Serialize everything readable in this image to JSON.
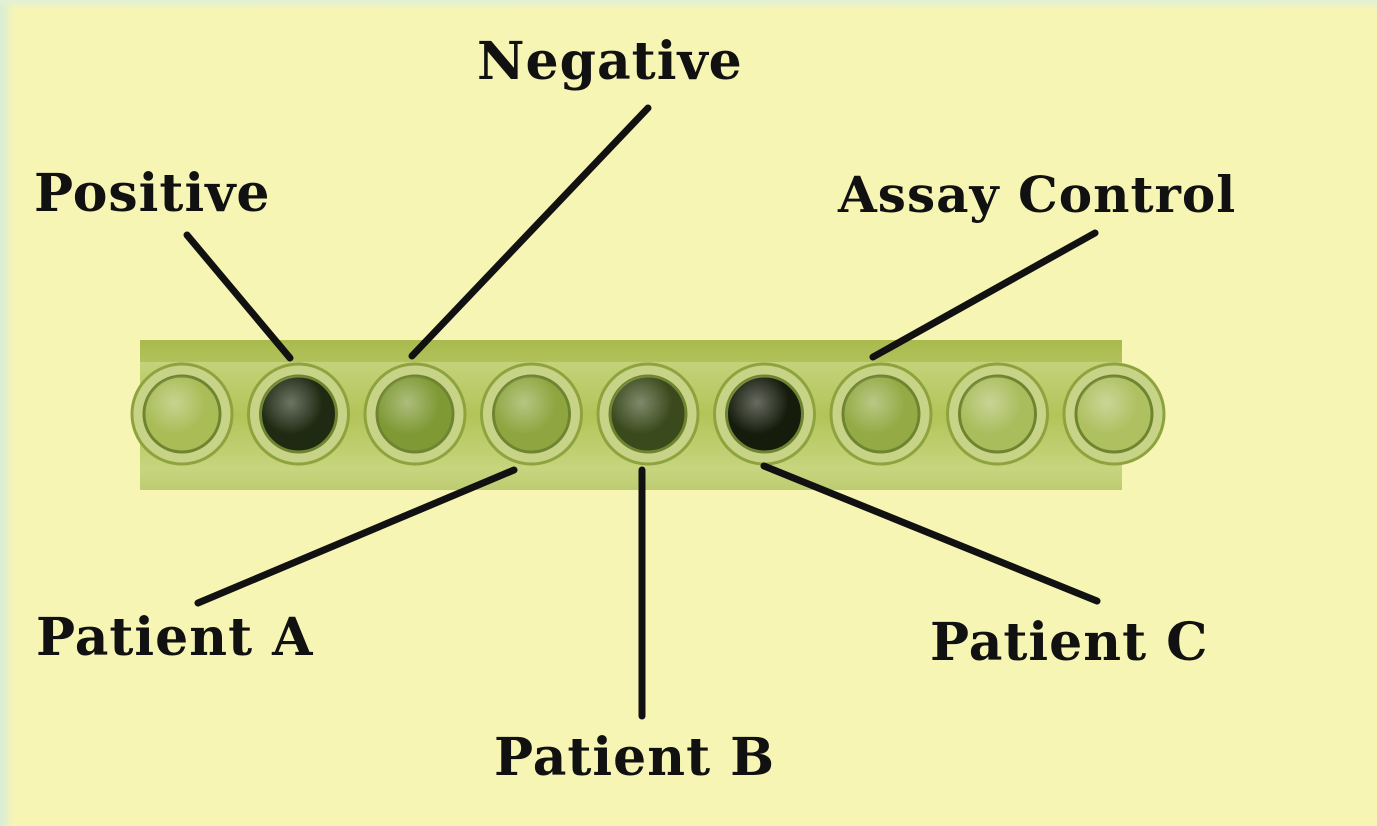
{
  "labels": {
    "positive": "Positive",
    "negative": "Negative",
    "assay_control": "Assay Control",
    "patient_a": "Patient A",
    "patient_b": "Patient B",
    "patient_c": "Patient C"
  },
  "colors": {
    "background": "#f6f5b4",
    "strip": "#b8c85a",
    "leader_line": "#111111"
  },
  "wells": [
    {
      "name": "well-1",
      "fill": "#a9bc55"
    },
    {
      "name": "well-2-positive",
      "fill": "#1f2a12"
    },
    {
      "name": "well-3-negative",
      "fill": "#7f9a35"
    },
    {
      "name": "well-4-patient-a",
      "fill": "#8fa640"
    },
    {
      "name": "well-5-patient-b",
      "fill": "#3a4a1c"
    },
    {
      "name": "well-6-patient-c",
      "fill": "#161c0c"
    },
    {
      "name": "well-7-assay-control",
      "fill": "#94aa44"
    },
    {
      "name": "well-8",
      "fill": "#aabd5c"
    },
    {
      "name": "well-9",
      "fill": "#aec060"
    }
  ]
}
